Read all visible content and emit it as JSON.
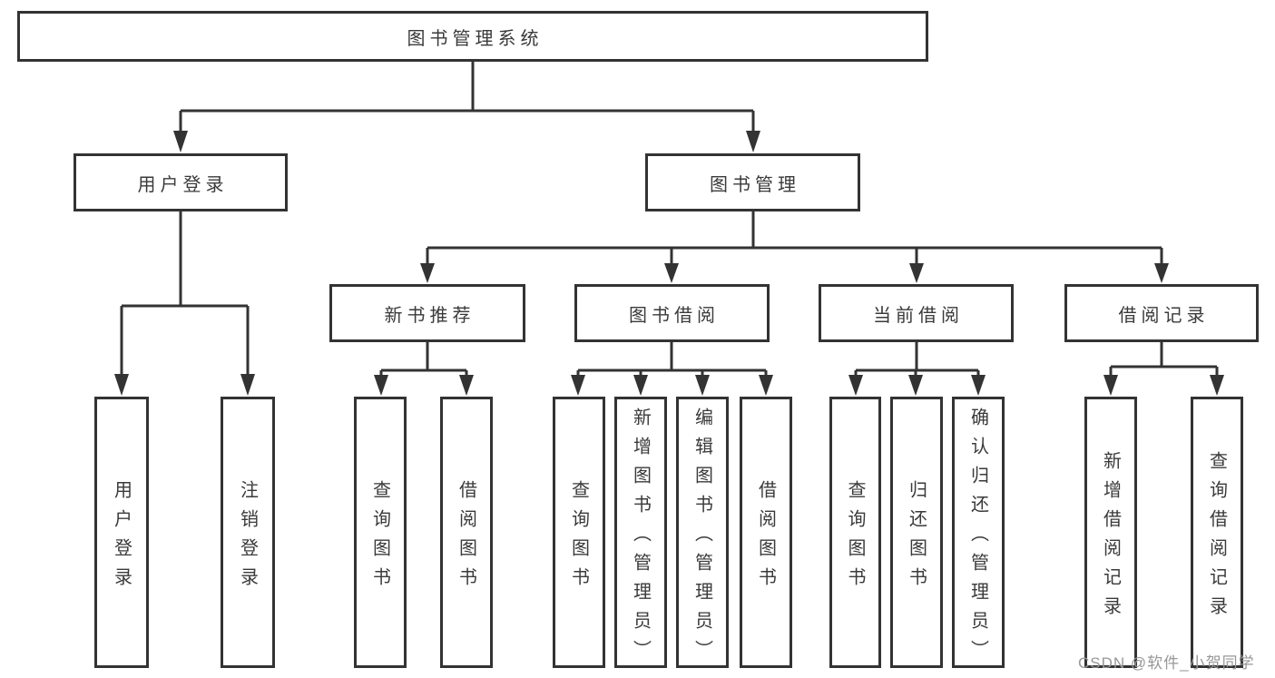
{
  "title": {
    "label": "图书管理系统"
  },
  "branches": {
    "user_login": {
      "label": "用户登录"
    },
    "book_management": {
      "label": "图书管理"
    }
  },
  "modules": [
    {
      "label": "新书推荐"
    },
    {
      "label": "图书借阅"
    },
    {
      "label": "当前借阅"
    },
    {
      "label": "借阅记录"
    }
  ],
  "functions": [
    {
      "label": "用户登录"
    },
    {
      "label": "注销登录"
    },
    {
      "label": "查询图书"
    },
    {
      "label": "借阅图书"
    },
    {
      "label": "查询图书"
    },
    {
      "label": "新增图书（管理员）"
    },
    {
      "label": "编辑图书（管理员）"
    },
    {
      "label": "借阅图书"
    },
    {
      "label": "查询图书"
    },
    {
      "label": "归还图书"
    },
    {
      "label": "确认归还（管理员）"
    },
    {
      "label": "新增借阅记录"
    },
    {
      "label": "查询借阅记录"
    }
  ],
  "watermark": {
    "text": "CSDN @软件_小贺同学"
  },
  "style": {
    "line_color": "#333333",
    "text_color": "#3a3a3a",
    "background": "#ffffff",
    "watermark_color": "#979797"
  }
}
